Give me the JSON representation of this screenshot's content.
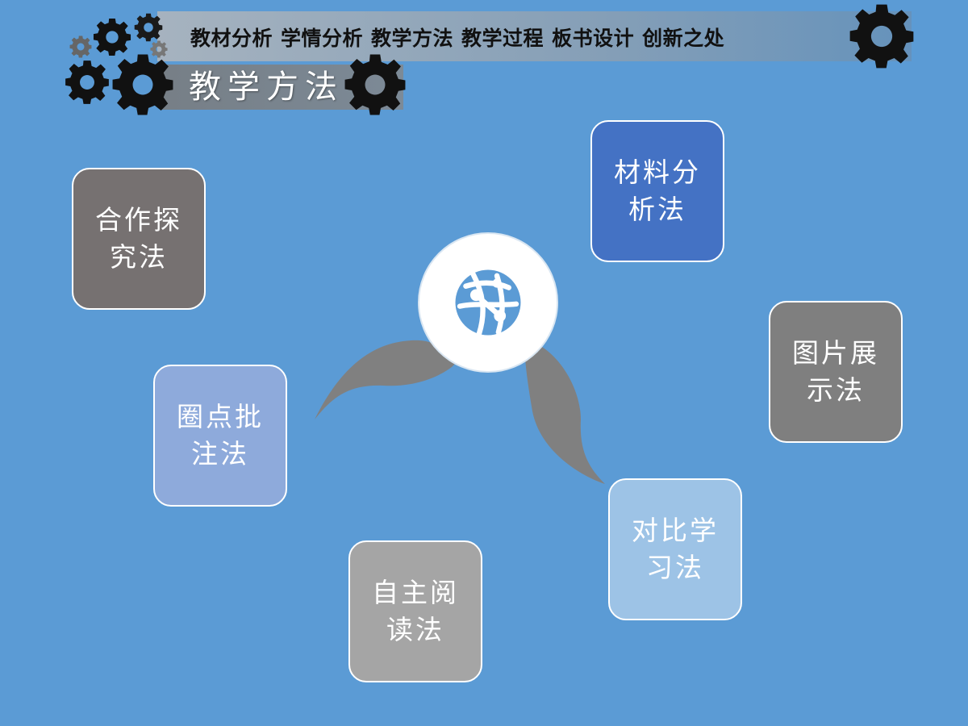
{
  "header": {
    "nav_items": [
      "教材分析",
      "学情分析",
      "教学方法",
      "教学过程",
      "板书设计",
      "创新之处"
    ],
    "section_title": "教学方法"
  },
  "center": {
    "icon": "globe-network-icon"
  },
  "methods": [
    {
      "id": "cooperative",
      "label": "合作探究法",
      "color": "#767171"
    },
    {
      "id": "material",
      "label": "材料分析法",
      "color": "#4472c4"
    },
    {
      "id": "picture",
      "label": "图片展示法",
      "color": "#7f7f7f"
    },
    {
      "id": "annotate",
      "label": "圈点批注法",
      "color": "#8eaadb"
    },
    {
      "id": "compare",
      "label": "对比学习法",
      "color": "#9dc3e6"
    },
    {
      "id": "reading",
      "label": "自主阅读法",
      "color": "#a5a5a5"
    }
  ],
  "colors": {
    "background": "#5b9bd5",
    "gear": "#111111",
    "swoosh": "#808080"
  }
}
